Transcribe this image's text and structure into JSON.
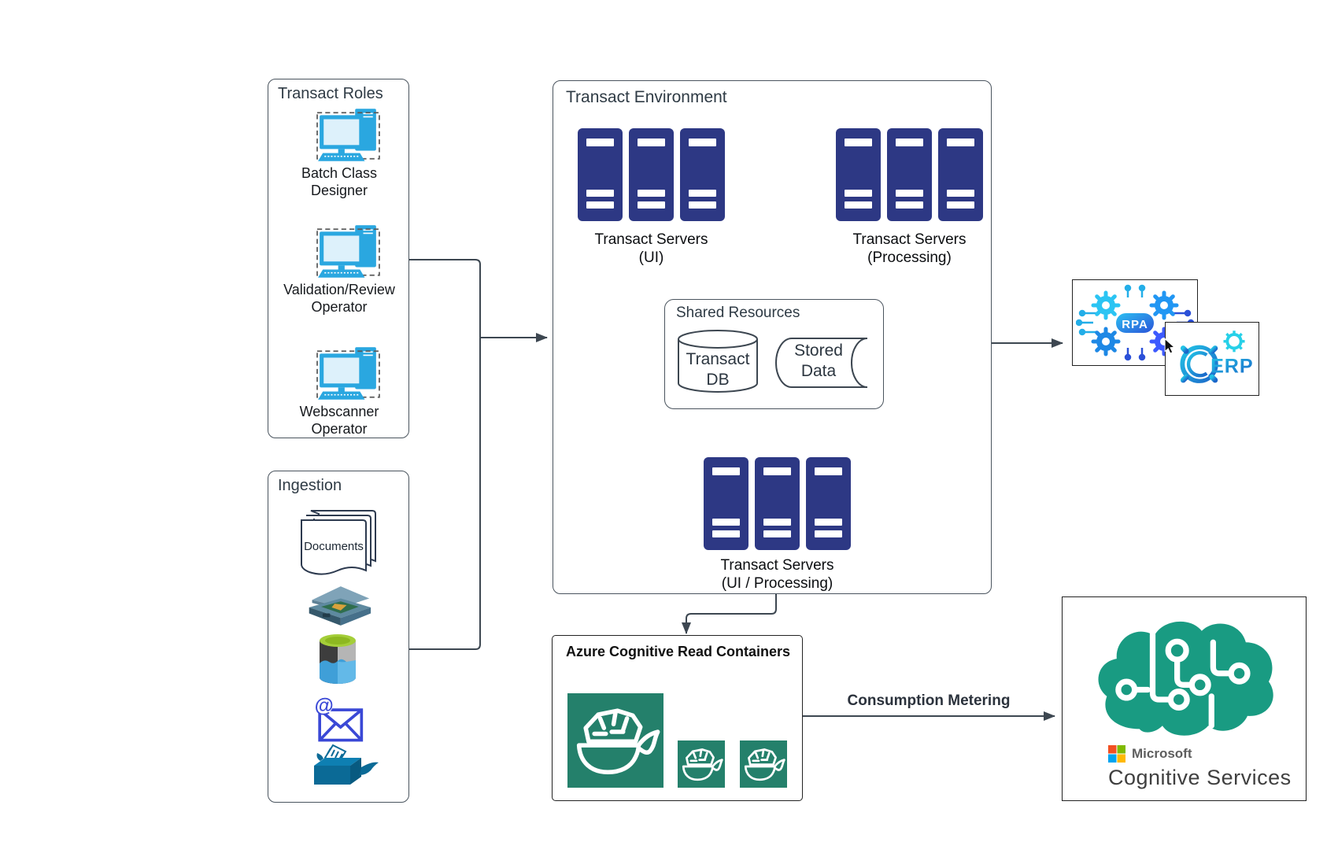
{
  "roles": {
    "title": "Transact Roles",
    "icon": "workstation-icon",
    "items": [
      {
        "line1": "Batch Class",
        "line2": "Designer"
      },
      {
        "line1": "Validation/Review",
        "line2": "Operator"
      },
      {
        "line1": "Webscanner",
        "line2": "Operator"
      }
    ]
  },
  "ingestion": {
    "title": "Ingestion",
    "documents_label": "Documents",
    "icons": [
      "documents-icon",
      "scanner-icon",
      "data-lake-icon",
      "email-icon",
      "batch-box-icon"
    ]
  },
  "environment": {
    "title": "Transact Environment",
    "server_icon": "server-tower-icon",
    "server_groups": [
      {
        "line1": "Transact Servers",
        "line2": "(UI)"
      },
      {
        "line1": "Transact Servers",
        "line2": "(Processing)"
      },
      {
        "line1": "Transact Servers",
        "line2": "(UI / Processing)"
      }
    ],
    "shared": {
      "title": "Shared Resources",
      "db": {
        "icon": "database-cylinder-icon",
        "line1": "Transact",
        "line2": "DB"
      },
      "stored": {
        "icon": "stored-data-icon",
        "line1": "Stored",
        "line2": "Data"
      }
    }
  },
  "azure": {
    "title": "Azure Cognitive Read Containers",
    "icon": "docker-whale-icon"
  },
  "flows": {
    "metering_label": "Consumption Metering"
  },
  "rpa": {
    "label": "RPA",
    "icon": "rpa-gears-icon"
  },
  "erp": {
    "label": "ERP",
    "icon": "erp-gear-icon"
  },
  "microsoft": {
    "brand": "Microsoft",
    "product": "Cognitive Services",
    "icon": "brain-circuit-icon"
  },
  "colors": {
    "server_navy": "#2d3884",
    "role_blue": "#2aa7e0",
    "docker_green": "#24806b",
    "brain_teal": "#199b82",
    "email_blue": "#3a48d6",
    "box_blue": "#0b6a96",
    "line": "#3d4751",
    "title_text": "#2f3b45",
    "label_text": "#16191d",
    "ms_red": "#f25022",
    "ms_green": "#7fba00",
    "ms_blue": "#00a4ef",
    "ms_yellow": "#ffb900",
    "ms_gray": "#5e5e5e"
  }
}
